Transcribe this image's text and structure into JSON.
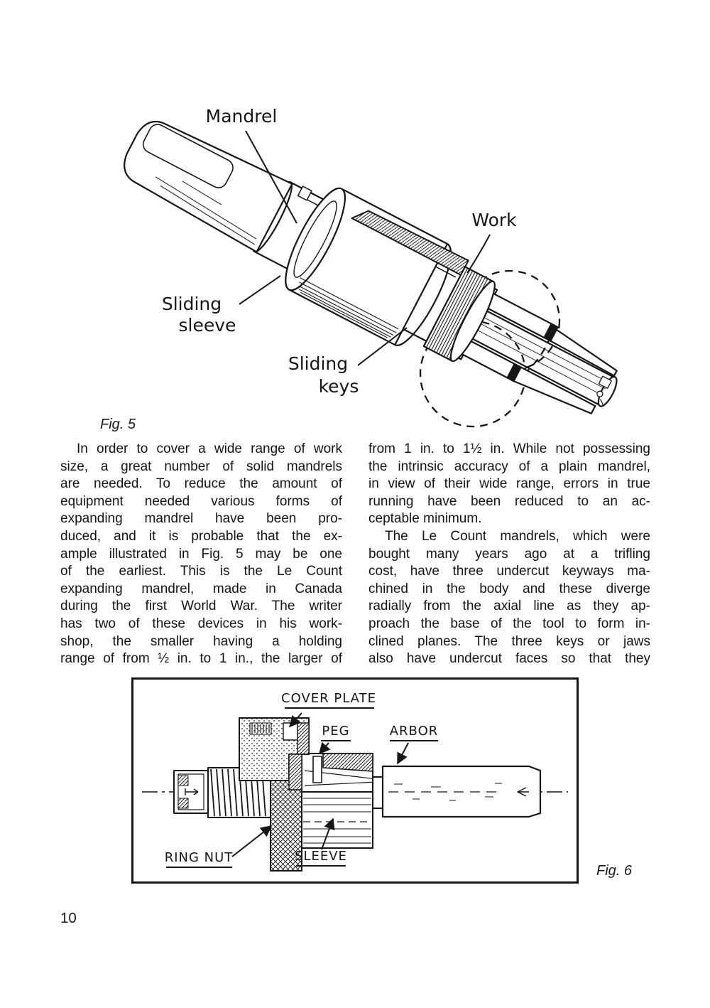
{
  "page": {
    "number": "10",
    "background": "#ffffff",
    "ink": "#161616"
  },
  "fig5": {
    "caption": "Fig. 5",
    "labels": {
      "mandrel": "Mandrel",
      "work": "Work",
      "sliding_sleeve_1": "Sliding",
      "sliding_sleeve_2": "sleeve",
      "sliding_keys_1": "Sliding",
      "sliding_keys_2": "keys"
    }
  },
  "article": {
    "columns": {
      "left": {
        "lines": [
          {
            "text": "In order to cover a wide range of work",
            "indent": true
          },
          {
            "text": "size, a great number of solid mandrels"
          },
          {
            "text": "are needed. To reduce the amount of"
          },
          {
            "text": "equipment needed various forms of"
          },
          {
            "text": "expanding mandrel have been pro-"
          },
          {
            "text": "duced, and it is probable that the ex-"
          },
          {
            "text": "ample illustrated in Fig. 5 may be one"
          },
          {
            "text": "of the earliest. This is the Le Count"
          },
          {
            "text": "expanding mandrel, made in Canada"
          },
          {
            "text": "during the first World War. The writer"
          },
          {
            "text": "has two of these devices in his work-"
          },
          {
            "text": "shop, the smaller having a holding"
          },
          {
            "text": "range of from ½ in. to 1 in., the larger of"
          }
        ]
      },
      "right": {
        "lines": [
          {
            "text": "from 1 in. to 1½ in. While not possessing"
          },
          {
            "text": "the intrinsic accuracy of a plain mandrel,"
          },
          {
            "text": "in view of their wide range, errors in true"
          },
          {
            "text": "running have been reduced to an ac-"
          },
          {
            "text": "ceptable minimum.",
            "justify": false
          },
          {
            "text": "The Le Count mandrels, which were",
            "indent": true
          },
          {
            "text": "bought many years ago at a trifling"
          },
          {
            "text": "cost, have three undercut keyways ma-"
          },
          {
            "text": "chined in the body and these diverge"
          },
          {
            "text": "radially from the axial line as they ap-"
          },
          {
            "text": "proach the base of the tool to form in-"
          },
          {
            "text": "clined planes. The three keys or jaws"
          },
          {
            "text": "also have undercut faces so that they"
          }
        ]
      }
    }
  },
  "fig6": {
    "caption": "Fig. 6",
    "labels": {
      "cover_plate": "COVER PLATE",
      "peg": "PEG",
      "arbor": "ARBOR",
      "ring_nut": "RING NUT",
      "sleeve": "SLEEVE"
    }
  }
}
